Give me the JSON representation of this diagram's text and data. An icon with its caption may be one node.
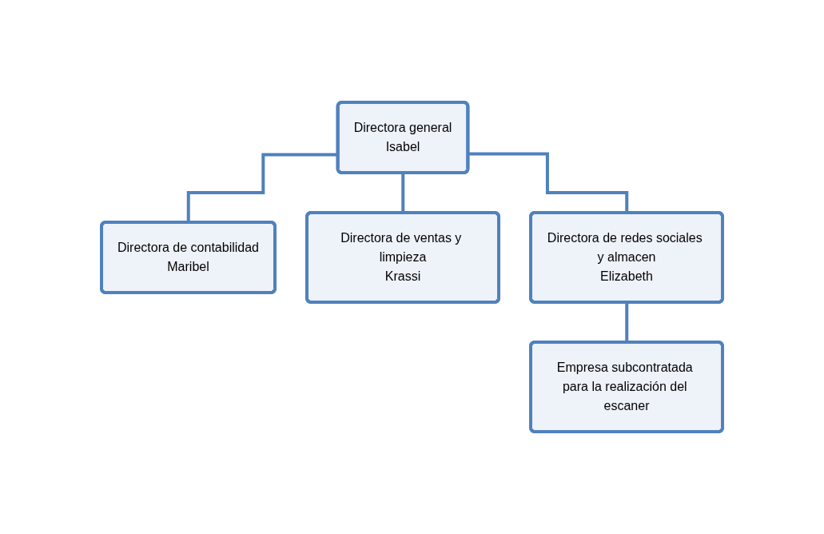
{
  "diagram": {
    "nodes": [
      {
        "text": [
          "Directora general",
          "Isabel"
        ]
      },
      {
        "text": [
          "Directora de contabilidad",
          "Maribel"
        ]
      },
      {
        "text": [
          "Directora de ventas y limpieza",
          "Krassi"
        ]
      },
      {
        "text": [
          "Directora de redes sociales y almacen",
          "Elizabeth"
        ]
      },
      {
        "text": [
          "Empresa subcontratada para la realización del escaner"
        ]
      }
    ],
    "edges": [
      {
        "from": 0,
        "to": 1,
        "arrow": "none"
      },
      {
        "from": 0,
        "to": 2,
        "arrow": "none"
      },
      {
        "from": 0,
        "to": 3,
        "arrow": "none"
      },
      {
        "from": 3,
        "to": 4,
        "arrow": "none"
      }
    ]
  }
}
